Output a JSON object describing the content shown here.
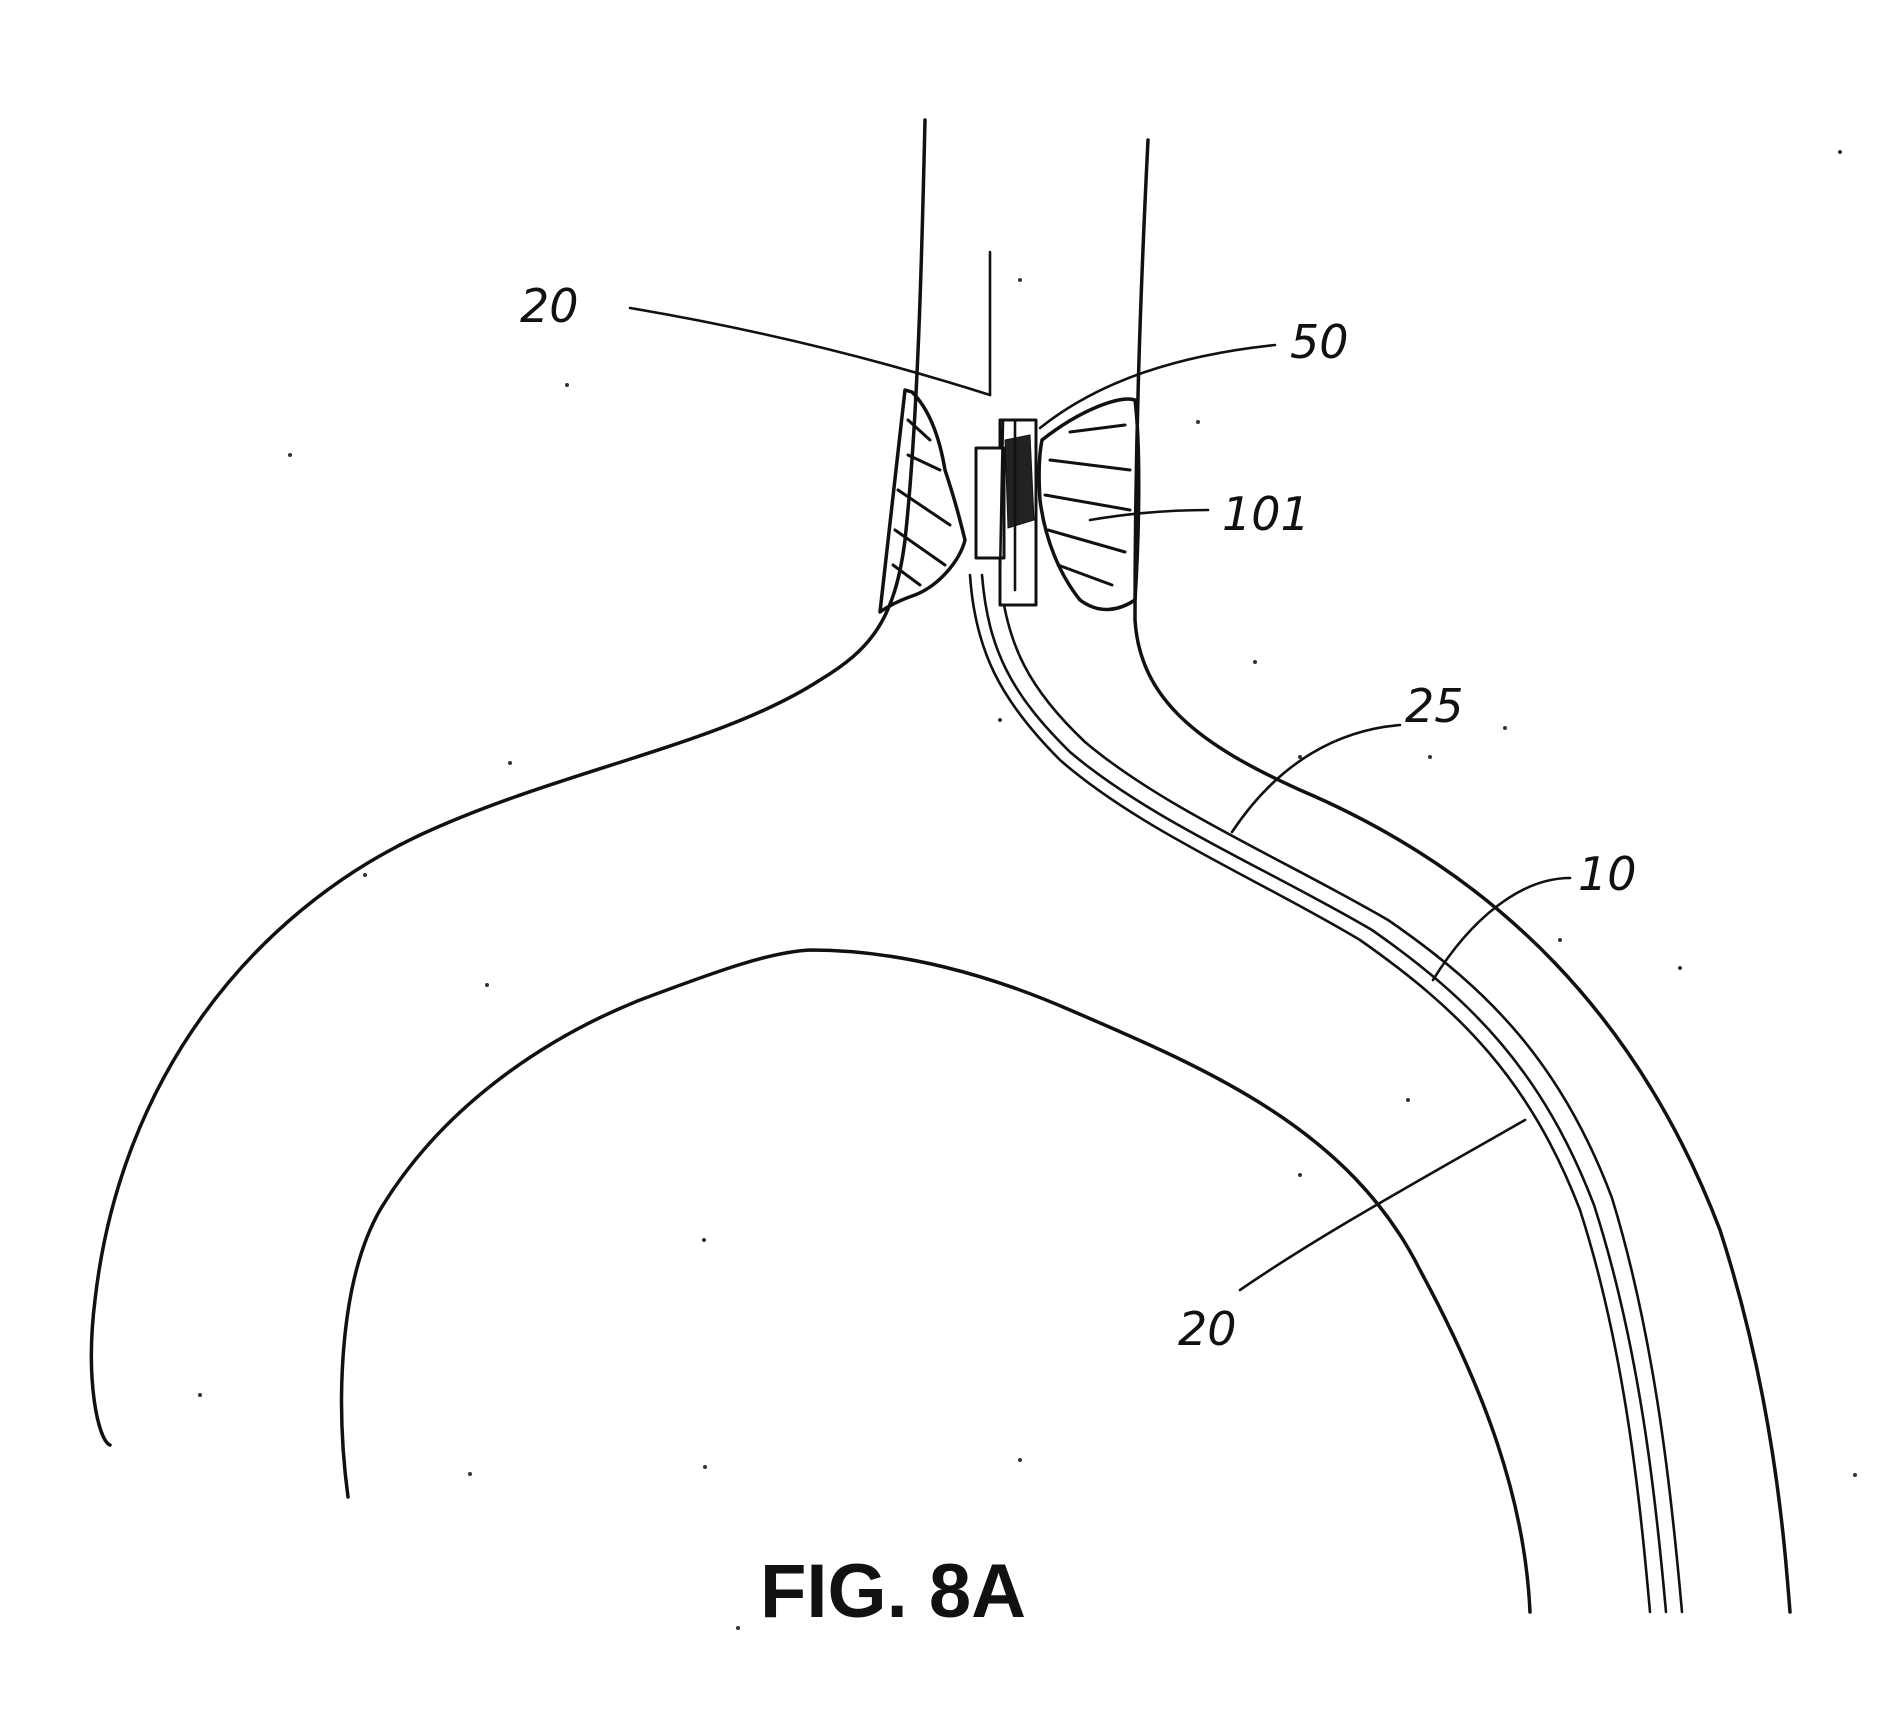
{
  "figure": {
    "caption": "FIG. 8A",
    "labels": {
      "label_20_top": "20",
      "label_50": "50",
      "label_101": "101",
      "label_25": "25",
      "label_10": "10",
      "label_20_bottom": "20"
    },
    "colors": {
      "ink": "#111111",
      "paper": "#ffffff"
    }
  }
}
